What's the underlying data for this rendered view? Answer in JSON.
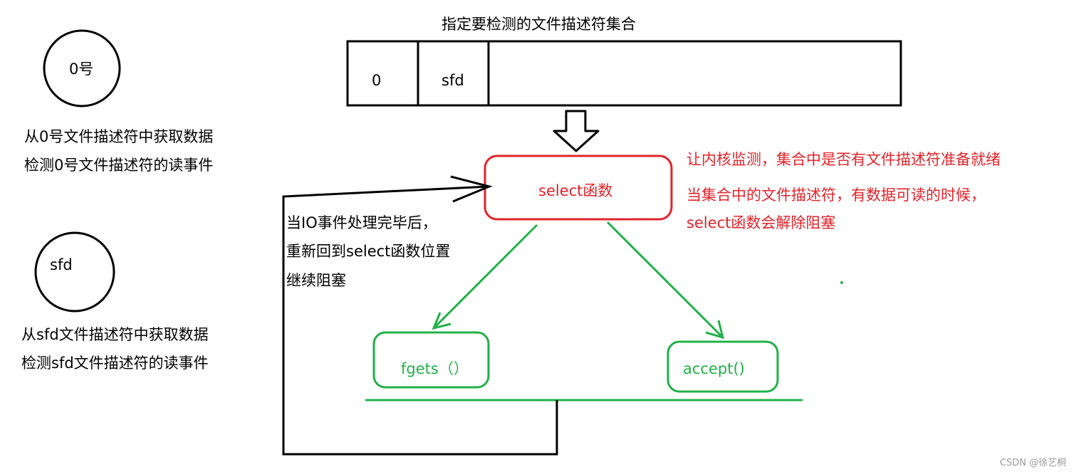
{
  "fd_set": {
    "title": "指定要检测的文件描述符集合",
    "cells": [
      "0",
      "sfd"
    ]
  },
  "descriptors": [
    {
      "name": "0号",
      "lines": [
        "从0号文件描述符中获取数据",
        "检测0号文件描述符的读事件"
      ]
    },
    {
      "name": "sfd",
      "lines": [
        "从sfd文件描述符中获取数据",
        "检测sfd文件描述符的读事件"
      ]
    }
  ],
  "select_box": {
    "label": "select函数"
  },
  "select_notes": [
    "让内核监测，集合中是否有文件描述符准备就绪",
    "当集合中的文件描述符，有数据可读的时候，",
    "select函数会解除阻塞"
  ],
  "loop_notes": [
    "当IO事件处理完毕后，",
    "重新回到select函数位置",
    "继续阻塞"
  ],
  "branches": {
    "left": "fgets（）",
    "right": "accept()"
  },
  "watermark": "CSDN @徐艺桐",
  "colors": {
    "black": "#000000",
    "red": "#e0242b",
    "green": "#22b04a"
  }
}
